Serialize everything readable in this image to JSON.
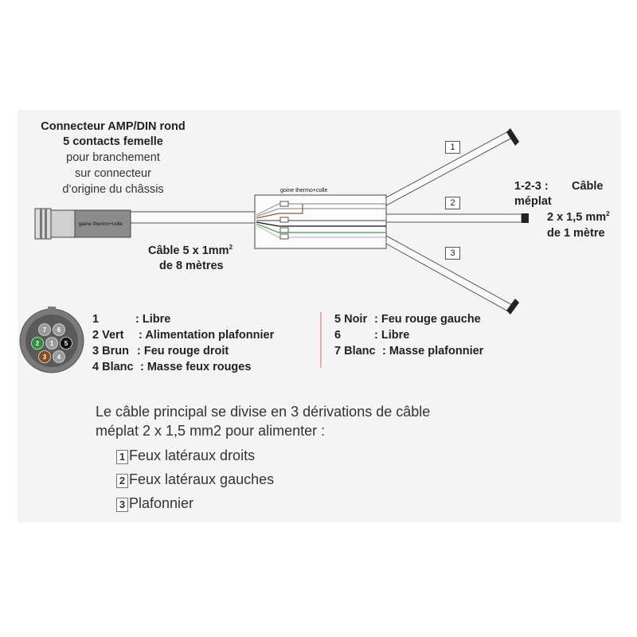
{
  "connector": {
    "title_line1": "Connecteur AMP/DIN rond",
    "title_line2": "5 contacts femelle",
    "desc_line1": "pour branchement",
    "desc_line2": "sur connecteur",
    "desc_line3": "d’origine du châssis",
    "sleeve_label": "gaine thermo+colle"
  },
  "junction_box": {
    "label": "goine thermo+colle"
  },
  "main_cable": {
    "line1": "Câble 5 x 1mm",
    "line1_sup": "2",
    "line2": "de 8 mètres"
  },
  "branch_cable": {
    "line1_a": "1-2-3 :",
    "line1_b": "Câble",
    "line2": "méplat",
    "line3": "2 x 1,5 mm",
    "line3_sup": "2",
    "line4": "de 1 mètre"
  },
  "branch_numbers": [
    "1",
    "2",
    "3"
  ],
  "pinout_face": {
    "pins": [
      {
        "num": "7",
        "color": "#9a9a9a"
      },
      {
        "num": "6",
        "color": "#9a9a9a"
      },
      {
        "num": "2",
        "color": "#2f8f3a"
      },
      {
        "num": "1",
        "color": "#9a9a9a"
      },
      {
        "num": "5",
        "color": "#111111"
      },
      {
        "num": "3",
        "color": "#8a4a22"
      },
      {
        "num": "4",
        "color": "#9a9a9a"
      }
    ]
  },
  "pinout_left": [
    {
      "num": "1",
      "label": ": Libre"
    },
    {
      "num": "2 Vert",
      "label": ": Alimentation plafonnier"
    },
    {
      "num": "3 Brun",
      "label": ": Feu rouge droit"
    },
    {
      "num": "4 Blanc",
      "label": ": Masse feux rouges"
    }
  ],
  "pinout_right": [
    {
      "num": "5 Noir",
      "label": ": Feu rouge gauche"
    },
    {
      "num": "6",
      "label": ": Libre"
    },
    {
      "num": "7 Blanc",
      "label": ": Masse plafonnier"
    }
  ],
  "summary": {
    "line1": "Le câble principal se divise en 3 dérivations de câble",
    "line2": "méplat 2 x 1,5 mm2 pour alimenter :"
  },
  "branches": [
    {
      "num": "1",
      "label": "Feux latéraux droits"
    },
    {
      "num": "2",
      "label": "Feux latéraux gauches"
    },
    {
      "num": "3",
      "label": "Plafonnier"
    }
  ],
  "colors": {
    "green": "#2f8f3a",
    "brown": "#8a4a22",
    "red_divider": "#e06a5a"
  }
}
